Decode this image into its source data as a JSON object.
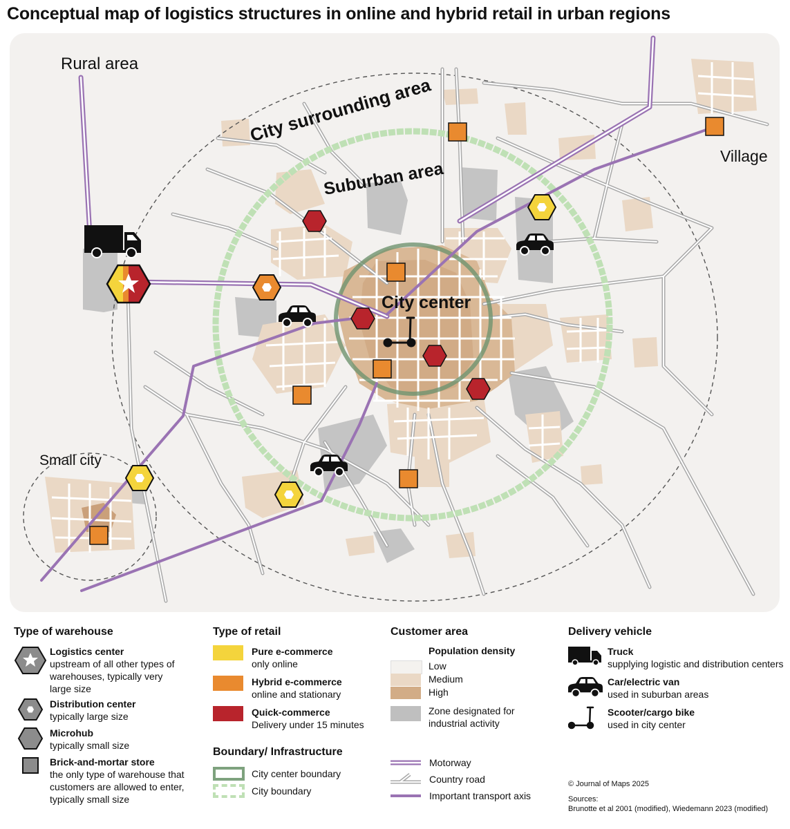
{
  "title": "Conceptual map of logistics structures in online and hybrid retail in urban regions",
  "map_labels": {
    "rural_area": "Rural area",
    "city_surrounding_area": "City surrounding area",
    "suburban_area": "Suburban area",
    "city_center": "City center",
    "village": "Village",
    "small_city": "Small city"
  },
  "colors": {
    "pure_ecommerce": "#f4d43c",
    "hybrid_ecommerce": "#e98a2f",
    "quick_commerce": "#b8242c",
    "density_low": "#f4f2ef",
    "density_medium": "#ead8c5",
    "density_high": "#d2ac86",
    "industrial": "#bfbfbf",
    "transport_axis": "#9a73b3",
    "city_center_boundary": "#7ea27e",
    "city_boundary": "#bfe0b5"
  },
  "legend": {
    "warehouse": {
      "heading": "Type of warehouse",
      "items": [
        {
          "icon": "logistics-center-icon",
          "label": "Logistics center",
          "desc": "upstream of all other types of warehouses, typically very large size"
        },
        {
          "icon": "distribution-center-icon",
          "label": "Distribution center",
          "desc": "typically large size"
        },
        {
          "icon": "microhub-icon",
          "label": "Microhub",
          "desc": "typically small size"
        },
        {
          "icon": "brick-and-mortar-icon",
          "label": "Brick-and-mortar store",
          "desc": "the only type of warehouse that customers are allowed to enter, typically small size"
        }
      ]
    },
    "retail": {
      "heading": "Type of retail",
      "items": [
        {
          "label": "Pure e-commerce",
          "desc": "only online"
        },
        {
          "label": "Hybrid e-commerce",
          "desc": "online and stationary"
        },
        {
          "label": "Quick-commerce",
          "desc": "Delivery under 15 minutes"
        }
      ]
    },
    "boundary": {
      "heading": "Boundary/ Infrastructure",
      "items": [
        {
          "label": "City center boundary"
        },
        {
          "label": "City boundary"
        }
      ]
    },
    "customer": {
      "heading": "Customer area",
      "density_heading": "Population density",
      "density": [
        "Low",
        "Medium",
        "High"
      ],
      "industrial": "Zone designated for industrial activity"
    },
    "infrastructure": {
      "items": [
        {
          "label": "Motorway"
        },
        {
          "label": "Country road"
        },
        {
          "label": "Important transport axis"
        }
      ]
    },
    "vehicle": {
      "heading": "Delivery vehicle",
      "items": [
        {
          "icon": "truck-icon",
          "label": "Truck",
          "desc": "supplying logistic and distribution centers"
        },
        {
          "icon": "car-icon",
          "label": "Car/electric van",
          "desc": "used in suburban areas"
        },
        {
          "icon": "scooter-icon",
          "label": "Scooter/cargo bike",
          "desc": "used in city center"
        }
      ]
    }
  },
  "credits": {
    "copyright": "© Journal of Maps 2025",
    "sources_label": "Sources:",
    "sources": "Brunotte et al 2001 (modified), Wiedemann 2023 (modified)"
  }
}
